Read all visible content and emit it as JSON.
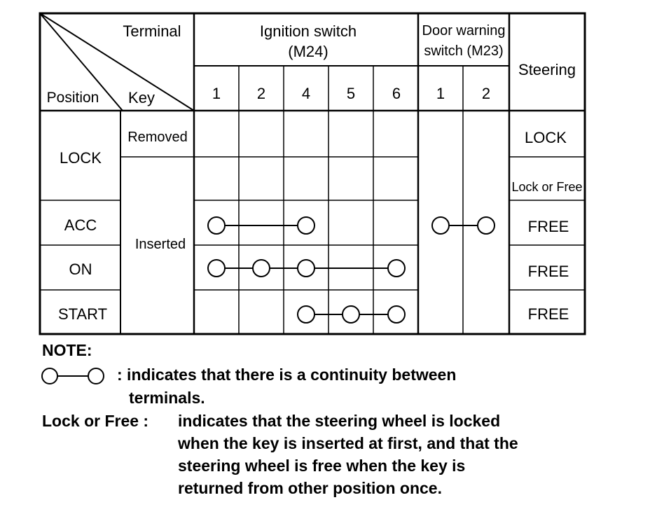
{
  "header": {
    "terminal": "Terminal",
    "position": "Position",
    "key": "Key",
    "ignition_line1": "Ignition switch",
    "ignition_line2": "(M24)",
    "door_line1": "Door warning",
    "door_line2": "switch (M23)",
    "steering": "Steering"
  },
  "ignition_terminals": [
    "1",
    "2",
    "4",
    "5",
    "6"
  ],
  "door_terminals": [
    "1",
    "2"
  ],
  "rows": [
    {
      "position": "LOCK",
      "key": "Removed",
      "steering": "LOCK",
      "ignition": [],
      "door": []
    },
    {
      "position": "",
      "key": "",
      "steering": "Lock or Free",
      "ignition": [],
      "door": []
    },
    {
      "position": "ACC",
      "key": "Inserted",
      "steering": "FREE",
      "ignition": [
        "1",
        "4"
      ],
      "door": [
        "1",
        "2"
      ]
    },
    {
      "position": "ON",
      "key": "",
      "steering": "FREE",
      "ignition": [
        "1",
        "2",
        "4",
        "6"
      ],
      "door": []
    },
    {
      "position": "START",
      "key": "",
      "steering": "FREE",
      "ignition": [
        "4",
        "5",
        "6"
      ],
      "door": []
    }
  ],
  "note": {
    "title": "NOTE:",
    "symbol_desc_1": ": indicates that there is a continuity between",
    "symbol_desc_2": "terminals.",
    "lockfree_label": "Lock or Free :",
    "lockfree_desc_1": "indicates that the steering wheel is locked",
    "lockfree_desc_2": "when the key is inserted at first, and that the",
    "lockfree_desc_3": "steering wheel is free when the key is",
    "lockfree_desc_4": "returned from other position once."
  }
}
